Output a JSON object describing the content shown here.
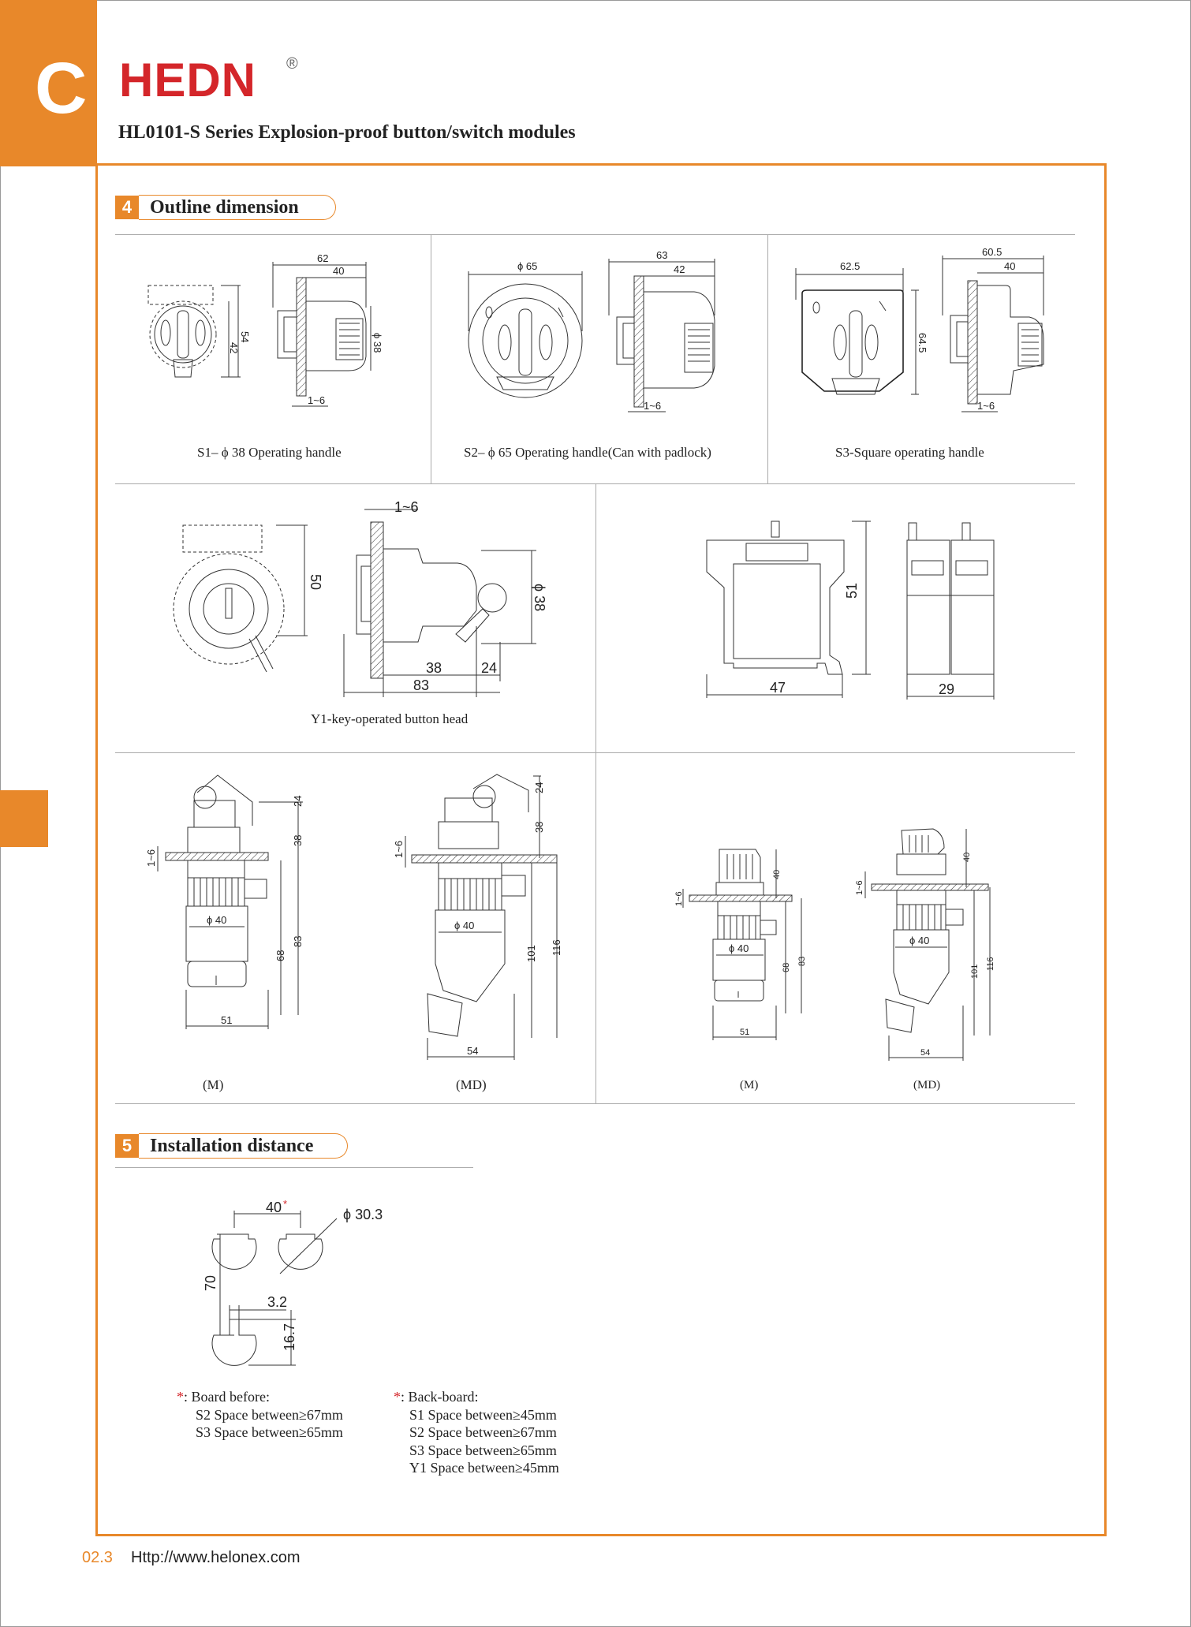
{
  "catalog_section_letter": "C",
  "brand": {
    "name": "HEDN",
    "registered": "®"
  },
  "title": "HL0101-S Series Explosion-proof button/switch modules",
  "section4": {
    "number": "4",
    "label": "Outline dimension"
  },
  "section5": {
    "number": "5",
    "label": "Installation distance"
  },
  "row1": {
    "s1": {
      "caption": "S1– ϕ 38 Operating handle",
      "dims": {
        "d62": "62",
        "d40": "40",
        "d54": "54",
        "d42": "42",
        "d38": "ϕ 38",
        "d16": "1~6"
      }
    },
    "s2": {
      "caption": "S2– ϕ 65 Operating handle(Can with padlock)",
      "dims": {
        "d65": "ϕ 65",
        "d63": "63",
        "d42": "42",
        "d16": "1~6"
      }
    },
    "s3": {
      "caption": "S3-Square  operating handle",
      "dims": {
        "d625": "62.5",
        "d605": "60.5",
        "d40": "40",
        "d645": "64.5",
        "d16": "1~6"
      }
    }
  },
  "row2": {
    "y1": {
      "caption": "Y1-key-operated button head",
      "dims": {
        "d16": "1~6",
        "d50": "50",
        "d38": "ϕ 38",
        "d38b": "38",
        "d24": "24",
        "d83": "83"
      }
    },
    "module": {
      "dims": {
        "d51": "51",
        "d47": "47",
        "d29": "29"
      }
    }
  },
  "row3": {
    "left_m": {
      "caption": "(M)",
      "dims": {
        "d24": "24",
        "d38": "38",
        "d16": "1~6",
        "d40": "ϕ 40",
        "d68": "68",
        "d83": "83",
        "d51": "51"
      }
    },
    "left_md": {
      "caption": "(MD)",
      "dims": {
        "d24": "24",
        "d38": "38",
        "d16": "1~6",
        "d40": "ϕ 40",
        "d101": "101",
        "d116": "116",
        "d54": "54"
      }
    },
    "right_m": {
      "caption": "(M)",
      "dims": {
        "d40": "40",
        "d16": "1~6",
        "d40d": "ϕ 40",
        "d68": "68",
        "d83": "83",
        "d51": "51"
      }
    },
    "right_md": {
      "caption": "(MD)",
      "dims": {
        "d40": "40",
        "d16": "1~6",
        "d40d": "ϕ 40",
        "d101": "101",
        "d116": "116",
        "d54": "54"
      }
    }
  },
  "install": {
    "dims": {
      "d40": "40",
      "star": "*",
      "d303": "ϕ 30.3",
      "d70": "70",
      "d32": "3.2",
      "d167": "16.7"
    },
    "board_before": {
      "star": "*",
      "title": ": Board before:",
      "lines": [
        "S2 Space between≥67mm",
        "S3 Space between≥65mm"
      ]
    },
    "back_board": {
      "star": "*",
      "title": ": Back-board:",
      "lines": [
        "S1 Space between≥45mm",
        "S2 Space between≥67mm",
        "S3 Space between≥65mm",
        "Y1 Space between≥45mm"
      ]
    }
  },
  "footer": {
    "page": "02.3",
    "url": "Http://www.helonex.com"
  },
  "colors": {
    "accent": "#e8882a",
    "brand_red": "#d4262a"
  }
}
